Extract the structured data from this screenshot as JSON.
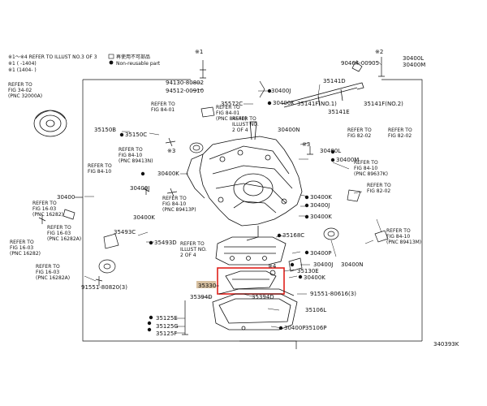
{
  "legend": {
    "line1": "※1～※4 REFER TO ILLUST NO.3 OF 3",
    "line2": "※1 (    -1404)",
    "line3": "※1 (1404-    )",
    "sym1": "再使用不可部品",
    "sym2": "Non-reusable part"
  },
  "refs": {
    "r1": [
      "REFER TO",
      "FIG 34-02",
      "(PNC 32000A)"
    ],
    "r2": [
      "REFER TO",
      "FIG 84-01"
    ],
    "r3": [
      "REFER TO",
      "FIG 84-01",
      "(PNC 84540)"
    ],
    "r4": [
      "REFER TO",
      "ILLUST NO.",
      "2 OF 4"
    ],
    "r5": [
      "REFER TO",
      "FIG 84-10",
      "(PNC 89413N)"
    ],
    "r6": [
      "REFER TO",
      "FIG 84-10"
    ],
    "r7": [
      "REFER TO",
      "FIG 82-02"
    ],
    "r8": [
      "REFER TO",
      "FIG 82-02"
    ],
    "r9": [
      "REFER TO",
      "FIG 84-10",
      "(PNC 89637K)"
    ],
    "r10": [
      "REFER TO",
      "FIG 84-10",
      "(PNC 89413P)"
    ],
    "r11": [
      "REFER TO",
      "FIG 82-02"
    ],
    "r12": [
      "REFER TO",
      "FIG 16-03",
      "(PNC 16282)"
    ],
    "r13": [
      "REFER TO",
      "FIG 16-03",
      "(PNC 16282A)"
    ],
    "r14": [
      "REFER TO",
      "FIG 16-03",
      "(PNC 16282)"
    ],
    "r15": [
      "REFER TO",
      "FIG 16-03",
      "(PNC 16282A)"
    ],
    "r16": [
      "REFER TO",
      "FIG 84-10",
      "(PNC 89413M)"
    ],
    "r17": [
      "REFER TO",
      "ILLUST NO.",
      "2 OF 4"
    ]
  },
  "parts": {
    "p90464": "90464-00905",
    "p30400L_a": "30400L",
    "p30400M_a": "30400M",
    "p35141D": "35141D",
    "p94130": "94130-80802",
    "p94512": "94512-00910",
    "p30400J_a": "30400J",
    "p35572C": "35572C",
    "p30400K_a": "30400K",
    "p35141F1": "35141F(NO.1)",
    "p35141F2": "35141F(NO.2)",
    "p35141E": "35141E",
    "p35150B": "35150B",
    "p35150C": "35150C",
    "p30400N_a": "30400N",
    "p30400L_b": "30400L",
    "p30400M_b": "30400M",
    "p30400K_b": "30400K",
    "p30400J_b": "30400J",
    "p30400": "30400",
    "p30400K_c": "30400K",
    "p30400J_c": "30400J",
    "p30400K_d": "30400K",
    "p30400K_e": "30400K",
    "p35168C": "35168C",
    "p35493C": "35493C",
    "p35493D": "35493D",
    "p30400P_a": "30400P",
    "p30400J_d": "30400J",
    "p30400N_b": "30400N",
    "p35130E": "35130E",
    "p30400K_f": "30400K",
    "p91551_a": "91551-80820(3)",
    "p35330": "35330",
    "p91551_b": "91551-80616(3)",
    "p35394D_a": "35394D",
    "p35394D_b": "35394D",
    "p35106L": "35106L",
    "p35125E": "35125E",
    "p35125G": "35125G",
    "p35125F": "35125F",
    "p30400P_b": "30400P",
    "p35106P": "35106P"
  },
  "stars": {
    "s1": "※1",
    "s2": "※2",
    "s3": "※3",
    "s4": "※4"
  },
  "footer": {
    "code": "340393K"
  },
  "colors": {
    "ink": "#111111",
    "highlight": "#e0201a",
    "label_box": "#d7c0a0"
  }
}
